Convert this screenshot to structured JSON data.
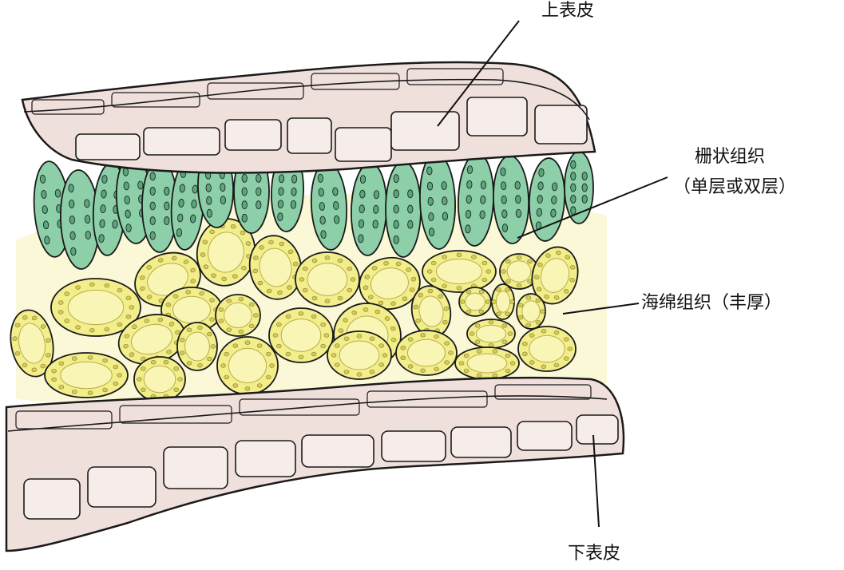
{
  "labels": {
    "upper_epidermis": "上表皮",
    "palisade_line1": "栅状组织",
    "palisade_line2": "（单层或双层）",
    "spongy": "海绵组织（丰厚）",
    "lower_epidermis": "下表皮"
  },
  "colors": {
    "epidermis_fill": "#efe0dc",
    "epidermis_cell": "#f6ecea",
    "palisade_fill": "#8ccfa8",
    "palisade_dot": "#5aa57c",
    "spongy_fill": "#f2ee8c",
    "spongy_inner": "#f9f5b4",
    "spongy_dot": "#d4cb58",
    "background_glow": "#fbf8d8",
    "outline": "#1a1a1a"
  }
}
